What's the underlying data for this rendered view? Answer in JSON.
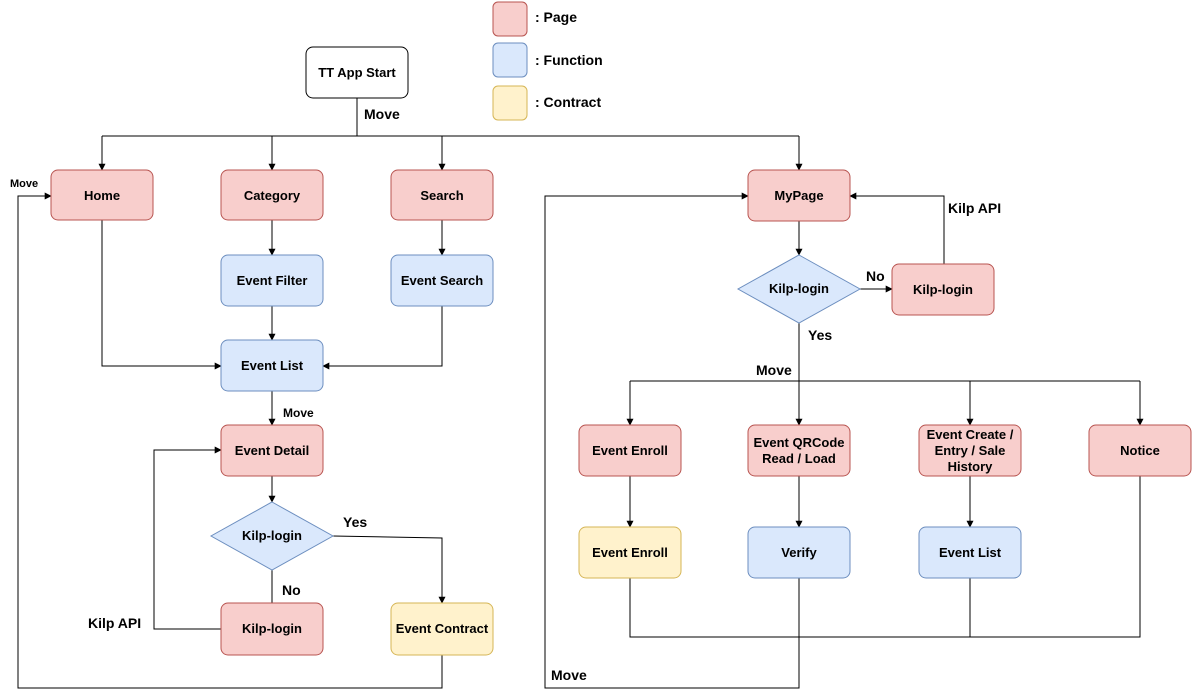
{
  "legend": {
    "page": ": Page",
    "function": ": Function",
    "contract": ": Contract"
  },
  "colors": {
    "page_fill": "#f8cecc",
    "page_stroke": "#b85450",
    "function_fill": "#dae8fc",
    "function_stroke": "#6c8ebf",
    "contract_fill": "#fff2cc",
    "contract_stroke": "#d6b656"
  },
  "nodes": {
    "start": "TT App Start",
    "home": "Home",
    "category": "Category",
    "search": "Search",
    "mypage": "MyPage",
    "event_filter": "Event Filter",
    "event_search": "Event Search",
    "event_list_left": "Event List",
    "event_detail": "Event Detail",
    "kilp_login_left_decision": "Kilp-login",
    "kilp_login_left_page": "Kilp-login",
    "event_contract": "Event Contract",
    "kilp_login_right_decision": "Kilp-login",
    "kilp_login_right_page": "Kilp-login",
    "event_enroll_page": "Event Enroll",
    "event_qrcode_line1": "Event QRCode",
    "event_qrcode_line2": "Read / Load",
    "event_create_line1": "Event Create /",
    "event_create_line2": "Entry / Sale",
    "event_create_line3": "History",
    "notice": "Notice",
    "event_enroll_contract": "Event Enroll",
    "verify": "Verify",
    "event_list_right": "Event List"
  },
  "edge_labels": {
    "move_top": "Move",
    "move_home": "Move",
    "move_detail": "Move",
    "yes_left": "Yes",
    "no_left": "No",
    "kilp_api_left": "Kilp API",
    "no_right": "No",
    "yes_right": "Yes",
    "kilp_api_right": "Kilp API",
    "move_right": "Move",
    "move_bottom": "Move"
  }
}
